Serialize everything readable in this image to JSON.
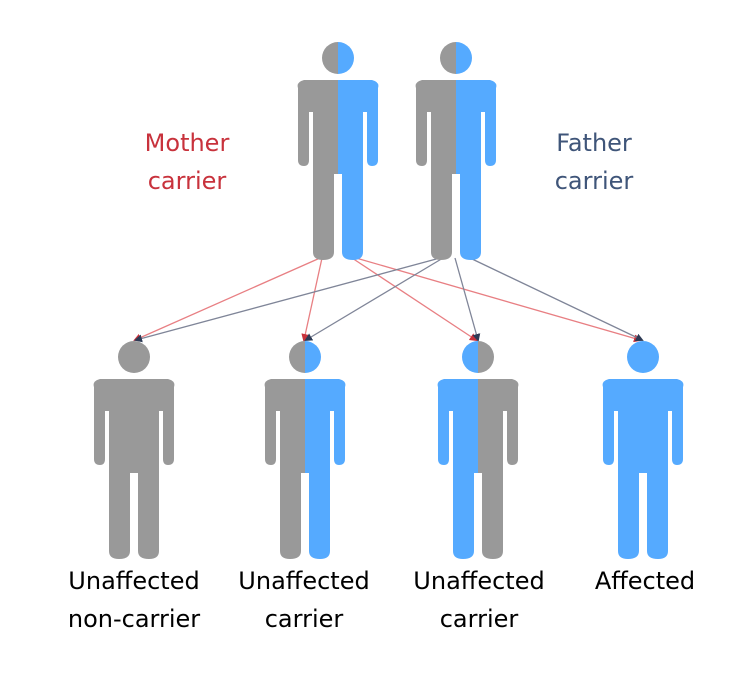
{
  "parents": {
    "mother": {
      "line1": "Mother",
      "line2": "carrier",
      "color": "#c8323c"
    },
    "father": {
      "line1": "Father",
      "line2": "carrier",
      "color": "#3f5579"
    }
  },
  "children": [
    {
      "line1": "Unaffected",
      "line2": "non-carrier"
    },
    {
      "line1": "Unaffected",
      "line2": "carrier"
    },
    {
      "line1": "Unaffected",
      "line2": "carrier"
    },
    {
      "line1": "Affected",
      "line2": ""
    }
  ],
  "colors": {
    "gray": "#999999",
    "blue": "#55aaff",
    "mother_line": "#e87f83",
    "father_line": "#7f8598",
    "text": "#000000"
  }
}
